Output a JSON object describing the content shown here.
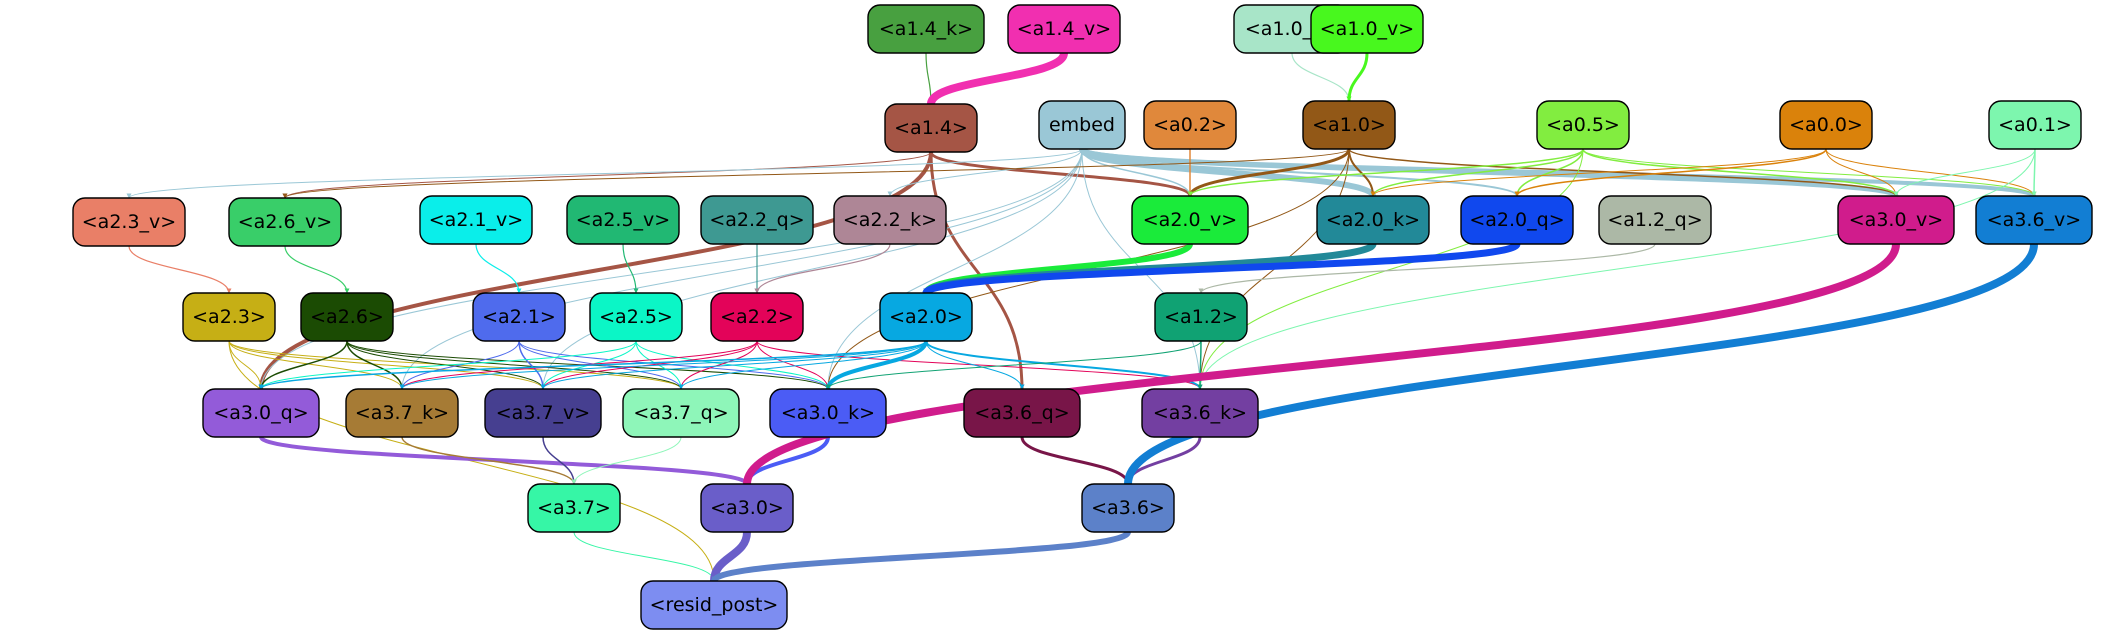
{
  "nodes": [
    {
      "id": "a1_4_k",
      "label": "<a1.4_k>",
      "fill": "#48a040",
      "text": "#000000"
    },
    {
      "id": "a1_4_v",
      "label": "<a1.4_v>",
      "fill": "#f12fb0",
      "text": "#000000"
    },
    {
      "id": "a1_0_k",
      "label": "<a1.0_k>",
      "fill": "#a8e5c8",
      "text": "#000000"
    },
    {
      "id": "a1_0_v",
      "label": "<a1.0_v>",
      "fill": "#48f81e",
      "text": "#000000"
    },
    {
      "id": "a1_4",
      "label": "<a1.4>",
      "fill": "#a55545",
      "text": "#000000"
    },
    {
      "id": "embed",
      "label": "embed",
      "fill": "#9ac7d6",
      "text": "#000000"
    },
    {
      "id": "a0_2",
      "label": "<a0.2>",
      "fill": "#e0883b",
      "text": "#000000"
    },
    {
      "id": "a1_0",
      "label": "<a1.0>",
      "fill": "#925817",
      "text": "#000000"
    },
    {
      "id": "a0_5",
      "label": "<a0.5>",
      "fill": "#82ed40",
      "text": "#000000"
    },
    {
      "id": "a0_0",
      "label": "<a0.0>",
      "fill": "#da820b",
      "text": "#000000"
    },
    {
      "id": "a0_1",
      "label": "<a0.1>",
      "fill": "#7df6ae",
      "text": "#000000"
    },
    {
      "id": "a2_3_v",
      "label": "<a2.3_v>",
      "fill": "#e97f67",
      "text": "#000000"
    },
    {
      "id": "a2_6_v",
      "label": "<a2.6_v>",
      "fill": "#39ce69",
      "text": "#000000"
    },
    {
      "id": "a2_1_v",
      "label": "<a2.1_v>",
      "fill": "#0aeeea",
      "text": "#000000"
    },
    {
      "id": "a2_5_v",
      "label": "<a2.5_v>",
      "fill": "#21b873",
      "text": "#000000"
    },
    {
      "id": "a2_2_q",
      "label": "<a2.2_q>",
      "fill": "#3e9992",
      "text": "#000000"
    },
    {
      "id": "a2_2_k",
      "label": "<a2.2_k>",
      "fill": "#ae8696",
      "text": "#000000"
    },
    {
      "id": "a2_0_v",
      "label": "<a2.0_v>",
      "fill": "#1aeb3a",
      "text": "#000000"
    },
    {
      "id": "a2_0_k",
      "label": "<a2.0_k>",
      "fill": "#228998",
      "text": "#000000"
    },
    {
      "id": "a2_0_q",
      "label": "<a2.0_q>",
      "fill": "#1048ee",
      "text": "#000000"
    },
    {
      "id": "a1_2_q",
      "label": "<a1.2_q>",
      "fill": "#acb8a6",
      "text": "#000000"
    },
    {
      "id": "a3_0_v",
      "label": "<a3.0_v>",
      "fill": "#d01c8c",
      "text": "#000000"
    },
    {
      "id": "a3_6_v",
      "label": "<a3.6_v>",
      "fill": "#127ed3",
      "text": "#000000"
    },
    {
      "id": "a2_3",
      "label": "<a2.3>",
      "fill": "#c6af15",
      "text": "#000000"
    },
    {
      "id": "a2_6",
      "label": "<a2.6>",
      "fill": "#1b4b03",
      "text": "#000000"
    },
    {
      "id": "a2_1",
      "label": "<a2.1>",
      "fill": "#4f6bed",
      "text": "#000000"
    },
    {
      "id": "a2_5",
      "label": "<a2.5>",
      "fill": "#0bf6c6",
      "text": "#000000"
    },
    {
      "id": "a2_2",
      "label": "<a2.2>",
      "fill": "#e30359",
      "text": "#000000"
    },
    {
      "id": "a2_0",
      "label": "<a2.0>",
      "fill": "#07a8e1",
      "text": "#000000"
    },
    {
      "id": "a1_2",
      "label": "<a1.2>",
      "fill": "#10a273",
      "text": "#000000"
    },
    {
      "id": "a3_0_q",
      "label": "<a3.0_q>",
      "fill": "#935bd9",
      "text": "#000000"
    },
    {
      "id": "a3_7_k",
      "label": "<a3.7_k>",
      "fill": "#a67b35",
      "text": "#000000"
    },
    {
      "id": "a3_7_v",
      "label": "<a3.7_v>",
      "fill": "#463f90",
      "text": "#000000"
    },
    {
      "id": "a3_7_q",
      "label": "<a3.7_q>",
      "fill": "#8ef6b9",
      "text": "#000000"
    },
    {
      "id": "a3_0_k",
      "label": "<a3.0_k>",
      "fill": "#4b5cf5",
      "text": "#000000"
    },
    {
      "id": "a3_6_q",
      "label": "<a3.6_q>",
      "fill": "#781548",
      "text": "#000000"
    },
    {
      "id": "a3_6_k",
      "label": "<a3.6_k>",
      "fill": "#733fa1",
      "text": "#000000"
    },
    {
      "id": "a3_7",
      "label": "<a3.7>",
      "fill": "#36f6a6",
      "text": "#000000"
    },
    {
      "id": "a3_0",
      "label": "<a3.0>",
      "fill": "#6a5ec9",
      "text": "#000000"
    },
    {
      "id": "a3_6",
      "label": "<a3.6>",
      "fill": "#5c81c9",
      "text": "#000000"
    },
    {
      "id": "resid_post",
      "label": "<resid_post>",
      "fill": "#7d8df1",
      "text": "#000000"
    }
  ],
  "edges": [
    {
      "from": "a1_4_k",
      "to": "a1_4",
      "color": "#48a040",
      "width": 1.2
    },
    {
      "from": "a1_4_v",
      "to": "a1_4",
      "color": "#f12fb0",
      "width": 8
    },
    {
      "from": "a1_0_k",
      "to": "a1_0",
      "color": "#a8e5c8",
      "width": 1.2
    },
    {
      "from": "a1_0_v",
      "to": "a1_0",
      "color": "#48f81e",
      "width": 3
    },
    {
      "from": "a1_4",
      "to": "a3_0_q",
      "color": "#a55545",
      "width": 4
    },
    {
      "from": "a1_4",
      "to": "a2_6_v",
      "color": "#a55545",
      "width": 1
    },
    {
      "from": "a1_4",
      "to": "a2_0_v",
      "color": "#a55545",
      "width": 3
    },
    {
      "from": "a1_4",
      "to": "a3_6_q",
      "color": "#a55545",
      "width": 3
    },
    {
      "from": "embed",
      "to": "a2_0_k",
      "color": "#9ac7d6",
      "width": 6
    },
    {
      "from": "embed",
      "to": "a3_0_v",
      "color": "#9ac7d6",
      "width": 5
    },
    {
      "from": "embed",
      "to": "a3_6_v",
      "color": "#9ac7d6",
      "width": 4
    },
    {
      "from": "embed",
      "to": "a2_0_q",
      "color": "#9ac7d6",
      "width": 2
    },
    {
      "from": "embed",
      "to": "a2_0_v",
      "color": "#9ac7d6",
      "width": 1.5
    },
    {
      "from": "embed",
      "to": "a2_3_v",
      "color": "#9ac7d6",
      "width": 1
    },
    {
      "from": "embed",
      "to": "a2_2_k",
      "color": "#9ac7d6",
      "width": 1
    },
    {
      "from": "embed",
      "to": "a3_0_q",
      "color": "#9ac7d6",
      "width": 1
    },
    {
      "from": "embed",
      "to": "a3_7_k",
      "color": "#9ac7d6",
      "width": 1
    },
    {
      "from": "embed",
      "to": "a3_7_v",
      "color": "#9ac7d6",
      "width": 1
    },
    {
      "from": "embed",
      "to": "a3_0_k",
      "color": "#9ac7d6",
      "width": 1
    },
    {
      "from": "embed",
      "to": "a3_6_k",
      "color": "#9ac7d6",
      "width": 1
    },
    {
      "from": "a0_2",
      "to": "a2_0_v",
      "color": "#e0883b",
      "width": 1.5
    },
    {
      "from": "a1_0",
      "to": "a2_0_v",
      "color": "#925817",
      "width": 3
    },
    {
      "from": "a1_0",
      "to": "a2_0_k",
      "color": "#925817",
      "width": 2
    },
    {
      "from": "a1_0",
      "to": "a3_0_v",
      "color": "#925817",
      "width": 1.5
    },
    {
      "from": "a1_0",
      "to": "a2_6_v",
      "color": "#925817",
      "width": 1
    },
    {
      "from": "a1_0",
      "to": "a3_6_k",
      "color": "#925817",
      "width": 1
    },
    {
      "from": "a1_0",
      "to": "a3_0_k",
      "color": "#925817",
      "width": 1
    },
    {
      "from": "a0_5",
      "to": "a2_0_v",
      "color": "#82ed40",
      "width": 1.5
    },
    {
      "from": "a0_5",
      "to": "a2_0_k",
      "color": "#82ed40",
      "width": 1.5
    },
    {
      "from": "a0_5",
      "to": "a2_0_q",
      "color": "#82ed40",
      "width": 1.5
    },
    {
      "from": "a0_5",
      "to": "a3_0_v",
      "color": "#82ed40",
      "width": 1.5
    },
    {
      "from": "a0_5",
      "to": "a3_6_v",
      "color": "#82ed40",
      "width": 1
    },
    {
      "from": "a0_5",
      "to": "a3_6_k",
      "color": "#82ed40",
      "width": 1
    },
    {
      "from": "a0_0",
      "to": "a2_0_k",
      "color": "#da820b",
      "width": 1
    },
    {
      "from": "a0_0",
      "to": "a2_0_q",
      "color": "#da820b",
      "width": 1.5
    },
    {
      "from": "a0_0",
      "to": "a3_0_v",
      "color": "#da820b",
      "width": 1
    },
    {
      "from": "a0_0",
      "to": "a3_6_v",
      "color": "#da820b",
      "width": 1
    },
    {
      "from": "a0_1",
      "to": "a3_0_v",
      "color": "#7df6ae",
      "width": 1
    },
    {
      "from": "a0_1",
      "to": "a3_6_v",
      "color": "#7df6ae",
      "width": 1.5
    },
    {
      "from": "a0_1",
      "to": "a3_6_k",
      "color": "#7df6ae",
      "width": 1
    },
    {
      "from": "a2_3_v",
      "to": "a2_3",
      "color": "#e97f67",
      "width": 1.2
    },
    {
      "from": "a2_6_v",
      "to": "a2_6",
      "color": "#39ce69",
      "width": 1.2
    },
    {
      "from": "a2_1_v",
      "to": "a2_1",
      "color": "#0aeeea",
      "width": 1.2
    },
    {
      "from": "a2_5_v",
      "to": "a2_5",
      "color": "#21b873",
      "width": 1.2
    },
    {
      "from": "a2_2_q",
      "to": "a2_2",
      "color": "#3e9992",
      "width": 1.2
    },
    {
      "from": "a2_2_k",
      "to": "a2_2",
      "color": "#ae8696",
      "width": 1.2
    },
    {
      "from": "a2_0_v",
      "to": "a2_0",
      "color": "#1aeb3a",
      "width": 6
    },
    {
      "from": "a2_0_k",
      "to": "a2_0",
      "color": "#228998",
      "width": 7
    },
    {
      "from": "a2_0_q",
      "to": "a2_0",
      "color": "#1048ee",
      "width": 7
    },
    {
      "from": "a1_2_q",
      "to": "a1_2",
      "color": "#acb8a6",
      "width": 1.2
    },
    {
      "from": "a2_3",
      "to": "a3_0_q",
      "color": "#c6af15",
      "width": 1
    },
    {
      "from": "a2_3",
      "to": "a3_7_k",
      "color": "#c6af15",
      "width": 1
    },
    {
      "from": "a2_3",
      "to": "a3_7_v",
      "color": "#c6af15",
      "width": 1
    },
    {
      "from": "a2_3",
      "to": "a3_7_q",
      "color": "#c6af15",
      "width": 1
    },
    {
      "from": "a2_3",
      "to": "resid_post",
      "color": "#c6af15",
      "width": 1
    },
    {
      "from": "a2_6",
      "to": "a3_0_q",
      "color": "#1b4b03",
      "width": 1.5
    },
    {
      "from": "a2_6",
      "to": "a3_7_k",
      "color": "#1b4b03",
      "width": 1.5
    },
    {
      "from": "a2_6",
      "to": "a3_7_v",
      "color": "#1b4b03",
      "width": 1
    },
    {
      "from": "a2_6",
      "to": "a3_7_q",
      "color": "#1b4b03",
      "width": 1
    },
    {
      "from": "a2_6",
      "to": "a3_0_k",
      "color": "#1b4b03",
      "width": 1
    },
    {
      "from": "a2_1",
      "to": "a3_7_k",
      "color": "#4f6bed",
      "width": 1
    },
    {
      "from": "a2_1",
      "to": "a3_7_v",
      "color": "#4f6bed",
      "width": 1.5
    },
    {
      "from": "a2_1",
      "to": "a3_7_q",
      "color": "#4f6bed",
      "width": 1
    },
    {
      "from": "a2_1",
      "to": "a3_0_k",
      "color": "#4f6bed",
      "width": 1
    },
    {
      "from": "a2_5",
      "to": "a3_0_q",
      "color": "#0bf6c6",
      "width": 1
    },
    {
      "from": "a2_5",
      "to": "a3_7_v",
      "color": "#0bf6c6",
      "width": 1
    },
    {
      "from": "a2_5",
      "to": "a3_7_q",
      "color": "#0bf6c6",
      "width": 1
    },
    {
      "from": "a2_5",
      "to": "a3_0_k",
      "color": "#0bf6c6",
      "width": 1
    },
    {
      "from": "a2_2",
      "to": "a3_7_k",
      "color": "#e30359",
      "width": 1
    },
    {
      "from": "a2_2",
      "to": "a3_7_v",
      "color": "#e30359",
      "width": 1
    },
    {
      "from": "a2_2",
      "to": "a3_7_q",
      "color": "#e30359",
      "width": 1
    },
    {
      "from": "a2_2",
      "to": "a3_0_k",
      "color": "#e30359",
      "width": 1
    },
    {
      "from": "a2_2",
      "to": "a3_6_k",
      "color": "#e30359",
      "width": 1
    },
    {
      "from": "a2_0",
      "to": "a3_0_q",
      "color": "#07a8e1",
      "width": 1.5
    },
    {
      "from": "a2_0",
      "to": "a3_7_k",
      "color": "#07a8e1",
      "width": 1
    },
    {
      "from": "a2_0",
      "to": "a3_7_v",
      "color": "#07a8e1",
      "width": 1
    },
    {
      "from": "a2_0",
      "to": "a3_7_q",
      "color": "#07a8e1",
      "width": 1
    },
    {
      "from": "a2_0",
      "to": "a3_0_k",
      "color": "#07a8e1",
      "width": 4
    },
    {
      "from": "a2_0",
      "to": "a3_6_q",
      "color": "#07a8e1",
      "width": 1
    },
    {
      "from": "a2_0",
      "to": "a3_6_k",
      "color": "#07a8e1",
      "width": 2
    },
    {
      "from": "a1_2",
      "to": "a3_0_k",
      "color": "#10a273",
      "width": 1
    },
    {
      "from": "a1_2",
      "to": "a3_6_k",
      "color": "#10a273",
      "width": 1.5
    },
    {
      "from": "a3_0_q",
      "to": "a3_0",
      "color": "#935bd9",
      "width": 4
    },
    {
      "from": "a3_7_k",
      "to": "a3_7",
      "color": "#a67b35",
      "width": 1.5
    },
    {
      "from": "a3_7_v",
      "to": "a3_7",
      "color": "#463f90",
      "width": 1.5
    },
    {
      "from": "a3_7_q",
      "to": "a3_7",
      "color": "#8ef6b9",
      "width": 1
    },
    {
      "from": "a3_0_k",
      "to": "a3_0",
      "color": "#4b5cf5",
      "width": 4
    },
    {
      "from": "a3_6_q",
      "to": "a3_6",
      "color": "#781548",
      "width": 3
    },
    {
      "from": "a3_6_k",
      "to": "a3_6",
      "color": "#733fa1",
      "width": 3
    },
    {
      "from": "a3_0_v",
      "to": "a3_0",
      "color": "#d01c8c",
      "width": 8
    },
    {
      "from": "a3_6_v",
      "to": "a3_6",
      "color": "#127ed3",
      "width": 8
    },
    {
      "from": "a3_7",
      "to": "resid_post",
      "color": "#36f6a6",
      "width": 1
    },
    {
      "from": "a3_0",
      "to": "resid_post",
      "color": "#6a5ec9",
      "width": 8
    },
    {
      "from": "a3_6",
      "to": "resid_post",
      "color": "#5c81c9",
      "width": 6
    }
  ]
}
